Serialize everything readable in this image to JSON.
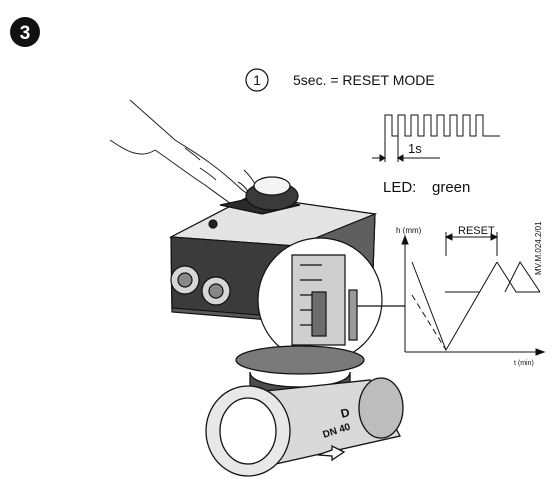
{
  "step": {
    "number": "3"
  },
  "instruction": {
    "index": "1",
    "text": "5sec. = RESET MODE"
  },
  "pulse": {
    "period_label": "1s",
    "pulse_count": 8
  },
  "led": {
    "label": "LED:",
    "color_text": "green"
  },
  "graph": {
    "y_label": "h (mm)",
    "x_label": "t (min)",
    "region_label": "RESET"
  },
  "valve": {
    "body_marks": [
      "D",
      "DN 40"
    ]
  },
  "reference_code": "MV.M.024.2/01"
}
